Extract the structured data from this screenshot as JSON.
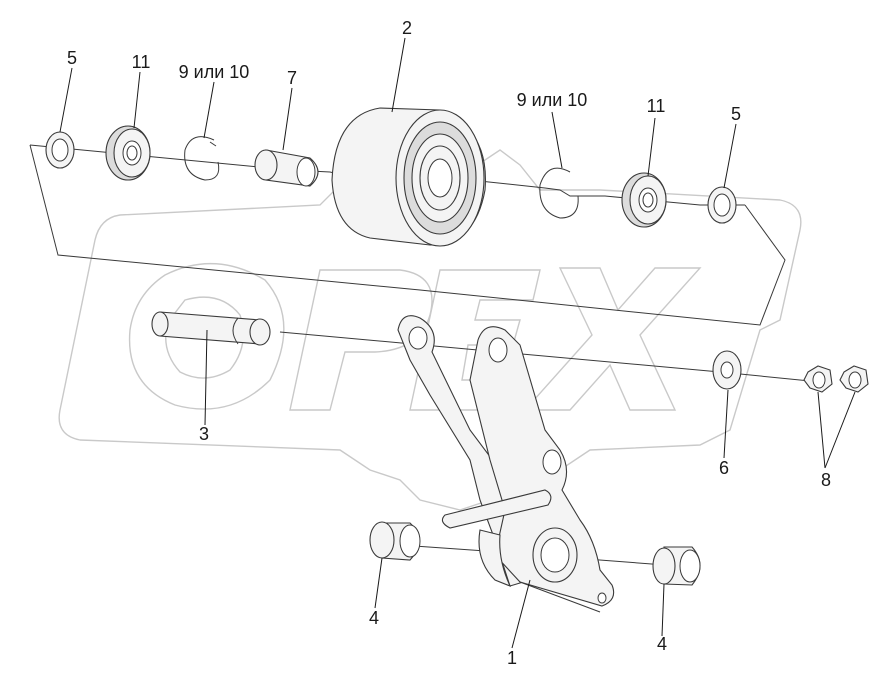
{
  "watermark": {
    "text": "OPEX"
  },
  "callouts": {
    "c5_left": "5",
    "c11_left": "11",
    "c9or10_left": "9 или 10",
    "c7": "7",
    "c2": "2",
    "c9or10_right": "9 или 10",
    "c11_right": "11",
    "c5_right": "5",
    "c3": "3",
    "c6": "6",
    "c8": "8",
    "c4_left": "4",
    "c4_right": "4",
    "c1": "1"
  }
}
